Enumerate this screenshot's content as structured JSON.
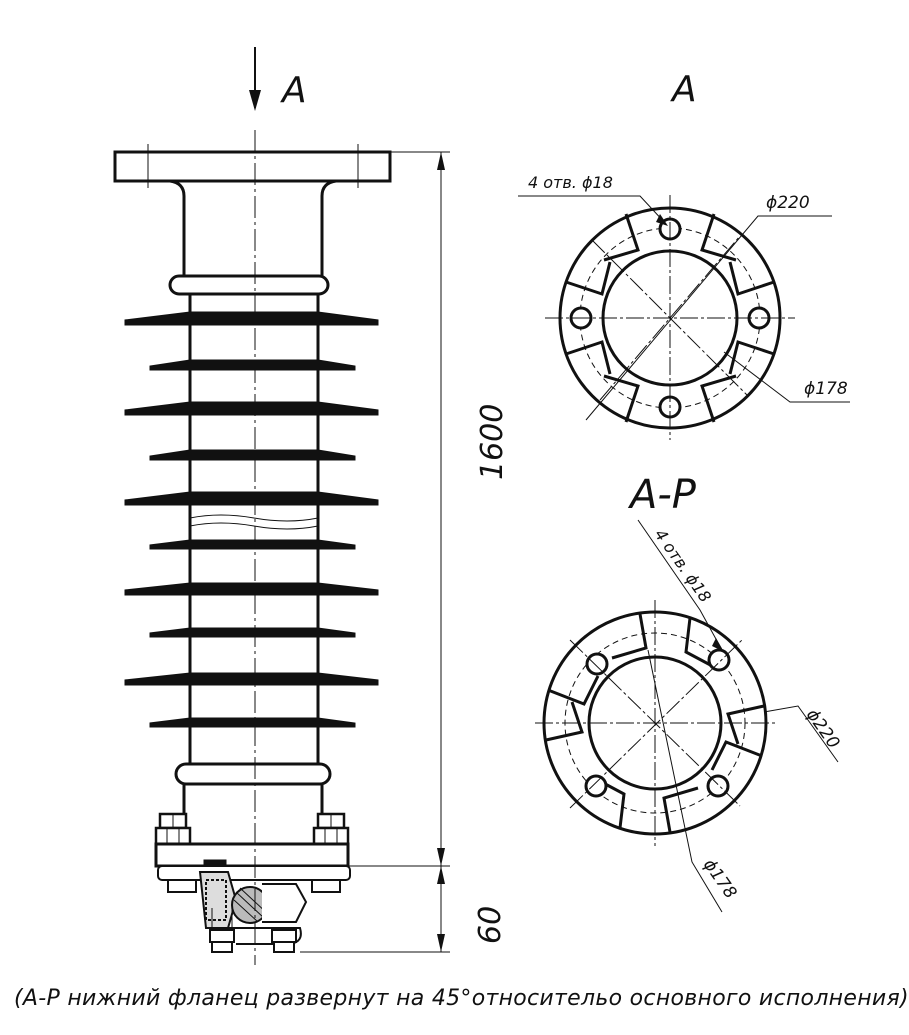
{
  "view_arrow_label": "A",
  "view_a": {
    "title": "A",
    "holes_label": "4 отв. ϕ18",
    "outer_dia": "ϕ220",
    "bolt_circle_dia": "ϕ178"
  },
  "view_ap": {
    "title": "А-Р",
    "holes_label": "4 отв. ϕ18",
    "outer_dia": "ϕ220",
    "bolt_circle_dia": "ϕ178"
  },
  "dimensions": {
    "overall_height": "1600",
    "base_height": "60"
  },
  "caption": "(А-Р нижний фланец развернут на 45°относительо основного исполнения)"
}
